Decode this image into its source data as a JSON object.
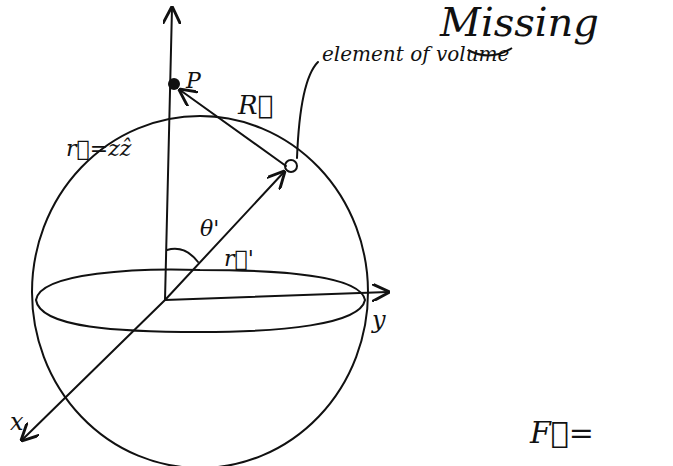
{
  "diagram": {
    "labels": [
      "Missing",
      "P",
      "R⃗",
      "element of volume",
      "r⃗=zẑ",
      "θ'",
      "r⃗'",
      "y",
      "x",
      "F⃗="
    ]
  }
}
